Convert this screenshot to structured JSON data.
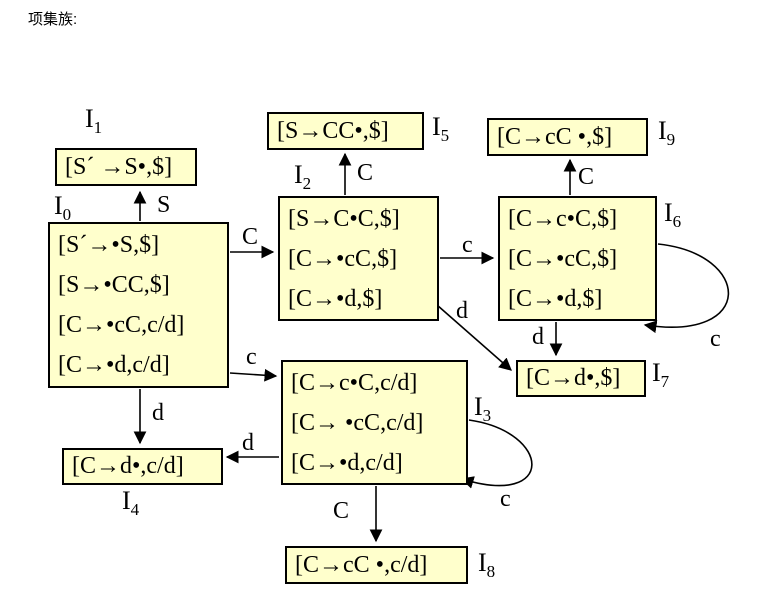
{
  "title": "项集族:",
  "colors": {
    "background": "#ffffff",
    "box_bg": "#ffffcc",
    "box_border": "#000000",
    "text": "#000000"
  },
  "states": {
    "I0": {
      "label_prefix": "I",
      "label_sub": "0",
      "items": [
        "[S´→•S,$]",
        "[S→•CC,$]",
        "[C→•cC,c/d]",
        "[C→•d,c/d]"
      ]
    },
    "I1": {
      "label_prefix": "I",
      "label_sub": "1",
      "items": [
        "[S´ →S•,$]"
      ]
    },
    "I2": {
      "label_prefix": "I",
      "label_sub": "2",
      "items": [
        "[S→C•C,$]",
        "[C→•cC,$]",
        "[C→•d,$]"
      ]
    },
    "I3": {
      "label_prefix": "I",
      "label_sub": "3",
      "items": [
        "[C→c•C,c/d]",
        "[C→ •cC,c/d]",
        "[C→•d,c/d]"
      ]
    },
    "I4": {
      "label_prefix": "I",
      "label_sub": "4",
      "items": [
        "[C→d•,c/d]"
      ]
    },
    "I5": {
      "label_prefix": "I",
      "label_sub": "5",
      "items": [
        "[S→CC•,$]"
      ]
    },
    "I6": {
      "label_prefix": "I",
      "label_sub": "6",
      "items": [
        "[C→c•C,$]",
        "[C→•cC,$]",
        "[C→•d,$]"
      ]
    },
    "I7": {
      "label_prefix": "I",
      "label_sub": "7",
      "items": [
        "[C→d•,$]"
      ]
    },
    "I8": {
      "label_prefix": "I",
      "label_sub": "8",
      "items": [
        "[C→cC •,c/d]"
      ]
    },
    "I9": {
      "label_prefix": "I",
      "label_sub": "9",
      "items": [
        "[C→cC •,$]"
      ]
    }
  },
  "transitions": {
    "i0_i1": "S",
    "i0_i2": "C",
    "i0_i3": "c",
    "i0_i4": "d",
    "i2_i5": "C",
    "i2_i6": "c",
    "i2_i7": "d",
    "i6_i9": "C",
    "i6_i7": "d",
    "i6_loop": "c",
    "i3_i4": "d",
    "i3_loop": "c",
    "i3_i8": "C"
  }
}
